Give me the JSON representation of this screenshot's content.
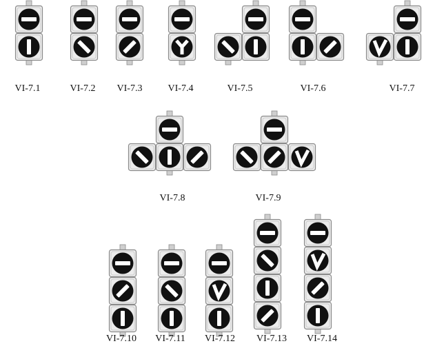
{
  "colors": {
    "housing": "#ececec",
    "housing_edge": "#8a8a8a",
    "lens": "#111111",
    "bar": "#ffffff"
  },
  "aspect_symbols": {
    "red": "horizontal-bar",
    "proceed": "vertical-bar",
    "diag-left": "diagonal-bar-top-left-to-bottom-right",
    "diag-right": "diagonal-bar-bottom-left-to-top-right",
    "Y": "y-shape",
    "V": "check-shape"
  },
  "signals": [
    {
      "label": "VI-7.1"
    },
    {
      "label": "VI-7.2"
    },
    {
      "label": "VI-7.3"
    },
    {
      "label": "VI-7.4"
    },
    {
      "label": "VI-7.5"
    },
    {
      "label": "VI-7.6"
    },
    {
      "label": "VI-7.7"
    },
    {
      "label": "VI-7.8"
    },
    {
      "label": "VI-7.9"
    },
    {
      "label": "VI-7.10"
    },
    {
      "label": "VI-7.11"
    },
    {
      "label": "VI-7.12"
    },
    {
      "label": "VI-7.13"
    },
    {
      "label": "VI-7.14"
    }
  ]
}
